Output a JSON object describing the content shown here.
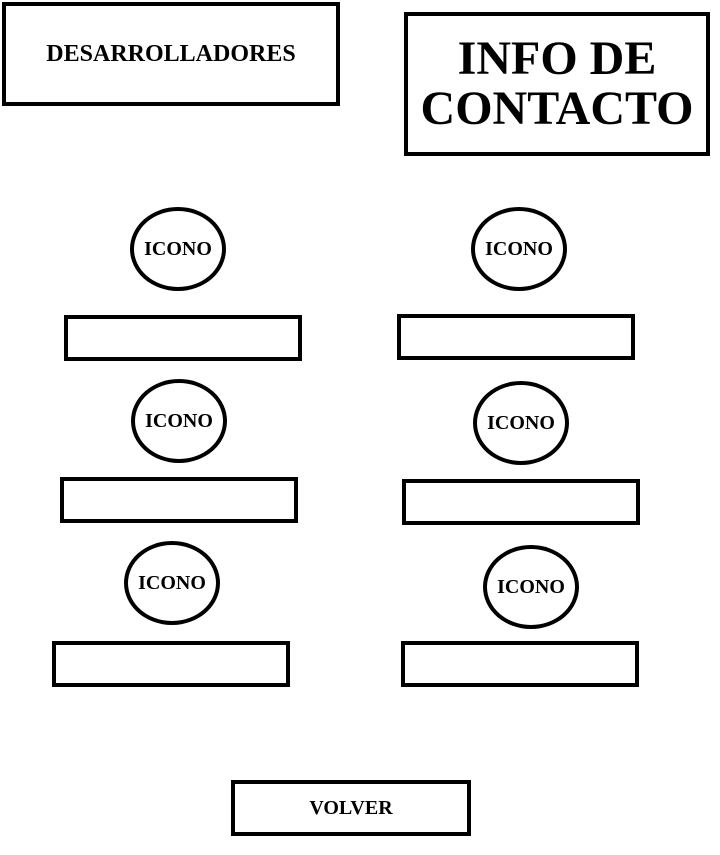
{
  "header": {
    "developers_label": "DESARROLLADORES",
    "contact_line1": "INFO DE",
    "contact_line2": "CONTACTO"
  },
  "developers": [
    {
      "icon_label": "ICONO",
      "name": ""
    },
    {
      "icon_label": "ICONO",
      "name": ""
    },
    {
      "icon_label": "ICONO",
      "name": ""
    },
    {
      "icon_label": "ICONO",
      "name": ""
    },
    {
      "icon_label": "ICONO",
      "name": ""
    },
    {
      "icon_label": "ICONO",
      "name": ""
    }
  ],
  "footer": {
    "back_label": "VOLVER"
  }
}
